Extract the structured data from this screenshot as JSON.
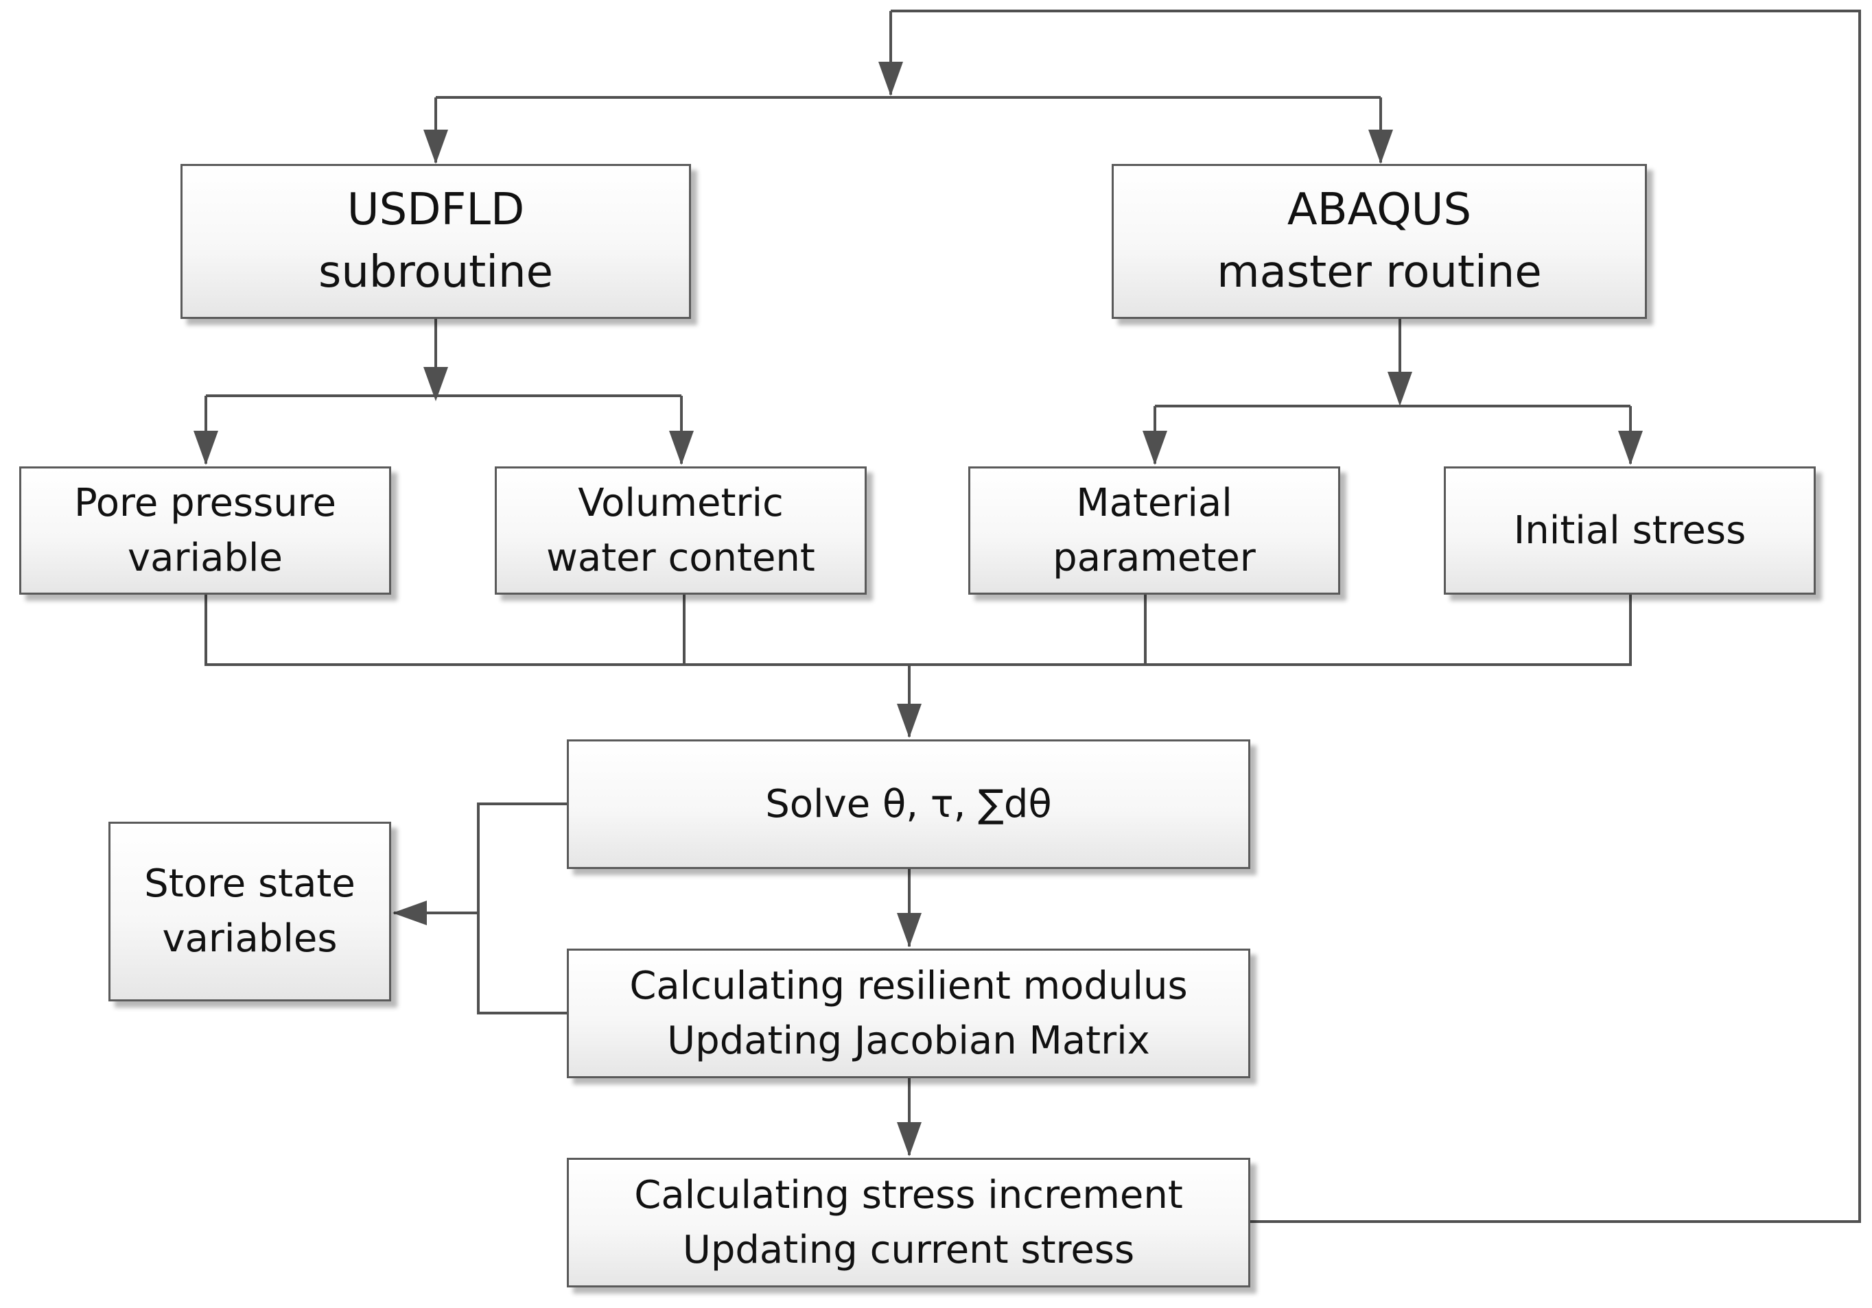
{
  "diagram": {
    "nodes": {
      "usdfld": {
        "lines": [
          "USDFLD",
          "subroutine"
        ]
      },
      "abaqus": {
        "lines": [
          "ABAQUS",
          "master routine"
        ]
      },
      "pore": {
        "lines": [
          "Pore pressure",
          "variable"
        ]
      },
      "volumetric": {
        "lines": [
          "Volumetric",
          "water content"
        ]
      },
      "material": {
        "lines": [
          "Material",
          "parameter"
        ]
      },
      "initial": {
        "lines": [
          "Initial stress"
        ]
      },
      "solve": {
        "lines": [
          "Solve θ, τ, ∑dθ"
        ]
      },
      "store": {
        "lines": [
          "Store state",
          "variables"
        ]
      },
      "resilient": {
        "lines": [
          "Calculating resilient modulus",
          "Updating Jacobian Matrix"
        ]
      },
      "stress": {
        "lines": [
          "Calculating stress increment",
          "Updating current stress"
        ]
      }
    },
    "edges": [
      {
        "from": "loop-split",
        "to": "usdfld"
      },
      {
        "from": "loop-split",
        "to": "abaqus"
      },
      {
        "from": "usdfld",
        "to": "pore"
      },
      {
        "from": "usdfld",
        "to": "volumetric"
      },
      {
        "from": "abaqus",
        "to": "material"
      },
      {
        "from": "abaqus",
        "to": "initial"
      },
      {
        "from": "pore",
        "to": "solve"
      },
      {
        "from": "volumetric",
        "to": "solve"
      },
      {
        "from": "material",
        "to": "solve"
      },
      {
        "from": "initial",
        "to": "solve"
      },
      {
        "from": "solve",
        "to": "resilient"
      },
      {
        "from": "solve",
        "to": "store"
      },
      {
        "from": "resilient",
        "to": "store"
      },
      {
        "from": "resilient",
        "to": "stress"
      },
      {
        "from": "stress",
        "to": "loop-split"
      }
    ],
    "colors": {
      "line": "#505050",
      "border": "#5a5a5a",
      "text": "#111111"
    }
  }
}
